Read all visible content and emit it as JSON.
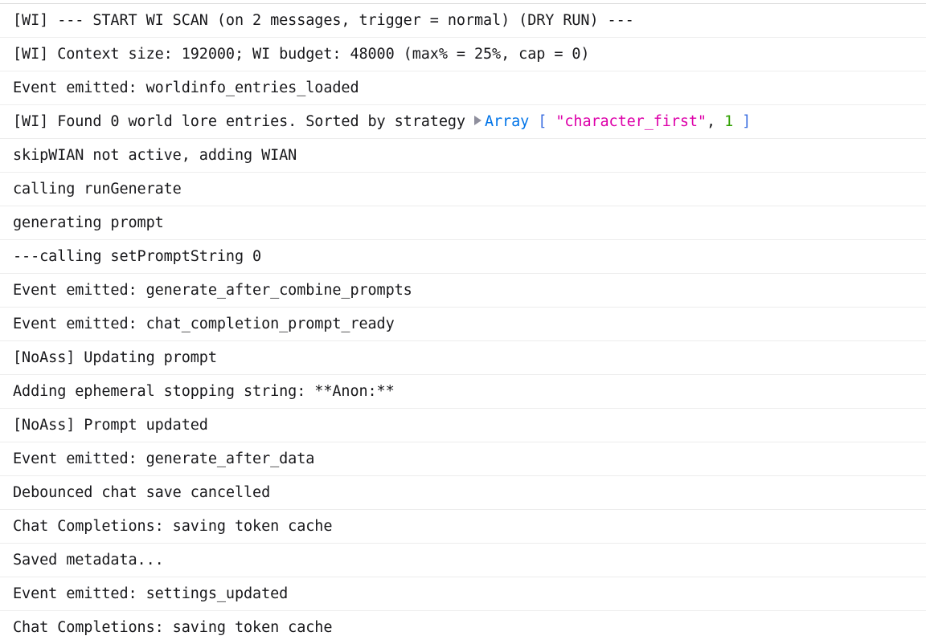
{
  "panel": {
    "name": "browser-devtools-console",
    "background_color": "#ffffff",
    "text_color": "#18181b",
    "row_divider_color": "#ededed",
    "top_rule_color": "#dcdcdc"
  },
  "syntax_colors": {
    "object_class": "#0074e8",
    "bracket": "#3c6fe0",
    "string": "#dd00a9",
    "number": "#30a000",
    "disclosure_triangle": "#8f8f9d"
  },
  "rows": [
    {
      "id": "row-1",
      "type": "text",
      "text": "[WI] --- START WI SCAN (on 2 messages, trigger = normal) (DRY RUN) ---"
    },
    {
      "id": "row-2",
      "type": "text",
      "text": "[WI] Context size: 192000; WI budget: 48000 (max% = 25%, cap = 0)"
    },
    {
      "id": "row-3",
      "type": "text",
      "text": "Event emitted: worldinfo_entries_loaded"
    },
    {
      "id": "row-4",
      "type": "object-preview",
      "text": "[WI] Found 0 world lore entries. Sorted by strategy",
      "object": {
        "disclosure": "▶",
        "class_name": "Array",
        "open_bracket": "[",
        "items": [
          {
            "kind": "string",
            "value": "\"character_first\""
          },
          {
            "kind": "number",
            "value": "1"
          }
        ],
        "separator": ", ",
        "close_bracket": "]"
      }
    },
    {
      "id": "row-5",
      "type": "text",
      "text": "skipWIAN not active, adding WIAN"
    },
    {
      "id": "row-6",
      "type": "text",
      "text": "calling runGenerate"
    },
    {
      "id": "row-7",
      "type": "text",
      "text": "generating prompt"
    },
    {
      "id": "row-8",
      "type": "text",
      "text": "---calling setPromptString 0"
    },
    {
      "id": "row-9",
      "type": "text",
      "text": "Event emitted: generate_after_combine_prompts"
    },
    {
      "id": "row-10",
      "type": "text",
      "text": "Event emitted: chat_completion_prompt_ready"
    },
    {
      "id": "row-11",
      "type": "text",
      "text": "[NoAss] Updating prompt"
    },
    {
      "id": "row-12",
      "type": "text",
      "text": "Adding ephemeral stopping string: **Anon:**"
    },
    {
      "id": "row-13",
      "type": "text",
      "text": "[NoAss] Prompt updated"
    },
    {
      "id": "row-14",
      "type": "text",
      "text": "Event emitted: generate_after_data"
    },
    {
      "id": "row-15",
      "type": "text",
      "text": "Debounced chat save cancelled"
    },
    {
      "id": "row-16",
      "type": "text",
      "text": "Chat Completions: saving token cache"
    },
    {
      "id": "row-17",
      "type": "text",
      "text": "Saved metadata..."
    },
    {
      "id": "row-18",
      "type": "text",
      "text": "Event emitted: settings_updated"
    },
    {
      "id": "row-19",
      "type": "text",
      "text": "Chat Completions: saving token cache"
    }
  ]
}
